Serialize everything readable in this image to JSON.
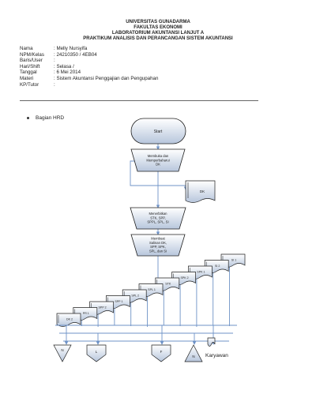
{
  "header": {
    "university": "UNIVERSITAS GUNADARMA",
    "faculty": "FAKULTAS EKONOMI",
    "lab": "LABORATORIUM AKUNTANSI LANJUT A",
    "practicum": "PRAKTIKUM ANALISIS DAN PERANCANGAN SISTEM AKUNTANSI"
  },
  "info": [
    {
      "label": "Nama",
      "value": ": Melly Nursyifa"
    },
    {
      "label": "NPM/Kelas",
      "value": ": 24210350 / 4EB04"
    },
    {
      "label": "Baris/User",
      "value": ":"
    },
    {
      "label": "Hari/Shift",
      "value": ": Selasa /"
    },
    {
      "label": "Tanggal",
      "value": ": 6 Mei 2014"
    },
    {
      "label": "Materi",
      "value": ": Sistem Akuntansi Penggajian dan Pengupahan"
    },
    {
      "label": "KP/Tutor",
      "value": ":"
    }
  ],
  "section": "Bagian HRD",
  "flow": {
    "start": "Start",
    "step1": [
      "Membuka dan",
      "Memperbaharui",
      "DK"
    ],
    "doc_dk": "DK",
    "step2": [
      "Menerbitkan",
      "STK, SPP,",
      "SPPL, SPL, SI"
    ],
    "step3": [
      "Membuat",
      "Salinan DK,",
      "SPP, SPK,",
      "SPL, dan SI"
    ],
    "stack": [
      "DK 2",
      "PR 1",
      "SPP 2",
      "SPP 1",
      "SPL 2",
      "SPL 1",
      "STK",
      "SPK 2",
      "SPK 1",
      "SI 2",
      "SI 1"
    ],
    "connectors": [
      "N",
      "L",
      "F",
      "N"
    ],
    "recipient": "Karyawan"
  }
}
